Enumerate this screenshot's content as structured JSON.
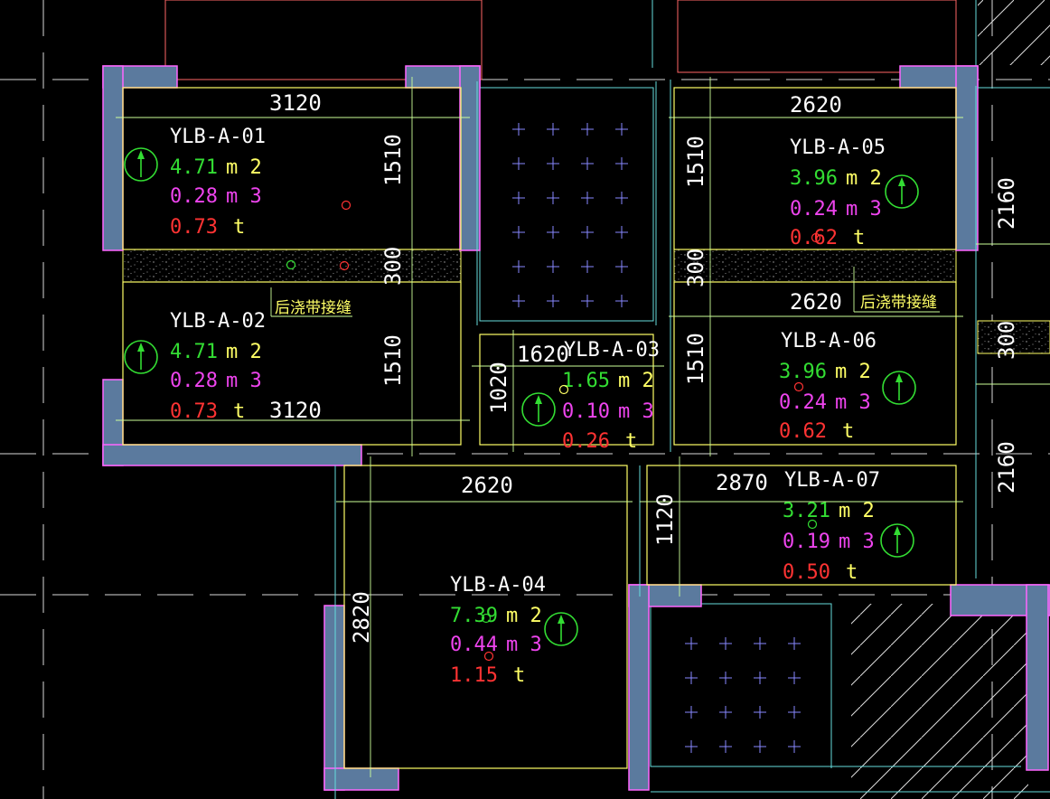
{
  "colors": {
    "background": "#000000",
    "wall": "#5b7a9e",
    "wall_edge": "#ff66ff",
    "slab_outline": "#ffff66",
    "grid": "#ffffff",
    "cyan": "#66dddd",
    "green": "#33dd33",
    "magenta": "#ee44ee",
    "red": "#ff3333",
    "yellow_unit": "#ffff66",
    "dim_line": "#ccff99",
    "band_hatch": "#aaaaaa"
  },
  "icons": [
    "slab-direction-arrow-icon"
  ],
  "annotation": {
    "post_cast_strip": "后浇带接缝"
  },
  "slabs": [
    {
      "id": "YLB-A-01",
      "area": "4.71",
      "area_unit": "m 2",
      "volume": "0.28",
      "volume_unit": "m 3",
      "weight": "0.73",
      "weight_unit": "t",
      "dim_w": "3120",
      "dim_h": "1510"
    },
    {
      "id": "YLB-A-02",
      "area": "4.71",
      "area_unit": "m 2",
      "volume": "0.28",
      "volume_unit": "m 3",
      "weight": "0.73",
      "weight_unit": "t",
      "dim_w": "3120",
      "dim_h": "1510"
    },
    {
      "id": "YLB-A-03",
      "area": "1.65",
      "area_unit": "m 2",
      "volume": "0.10",
      "volume_unit": "m 3",
      "weight": "0.26",
      "weight_unit": "t",
      "dim_w": "1620",
      "dim_h": "1020"
    },
    {
      "id": "YLB-A-04",
      "area": "7.39",
      "area_unit": "m 2",
      "volume": "0.44",
      "volume_unit": "m 3",
      "weight": "1.15",
      "weight_unit": "t",
      "dim_w": "2620",
      "dim_h": "2820"
    },
    {
      "id": "YLB-A-05",
      "area": "3.96",
      "area_unit": "m 2",
      "volume": "0.24",
      "volume_unit": "m 3",
      "weight": "0.62",
      "weight_unit": "t",
      "dim_w": "2620",
      "dim_h": "1510"
    },
    {
      "id": "YLB-A-06",
      "area": "3.96",
      "area_unit": "m 2",
      "volume": "0.24",
      "volume_unit": "m 3",
      "weight": "0.62",
      "weight_unit": "t",
      "dim_w": "2620",
      "dim_h": "1510"
    },
    {
      "id": "YLB-A-07",
      "area": "3.21",
      "area_unit": "m 2",
      "volume": "0.19",
      "volume_unit": "m 3",
      "weight": "0.50",
      "weight_unit": "t",
      "dim_w": "2870",
      "dim_h": "1120"
    }
  ],
  "dimensions": {
    "strip_width": "300",
    "right_bay_top": "2160",
    "right_bay_bottom": "2160"
  }
}
